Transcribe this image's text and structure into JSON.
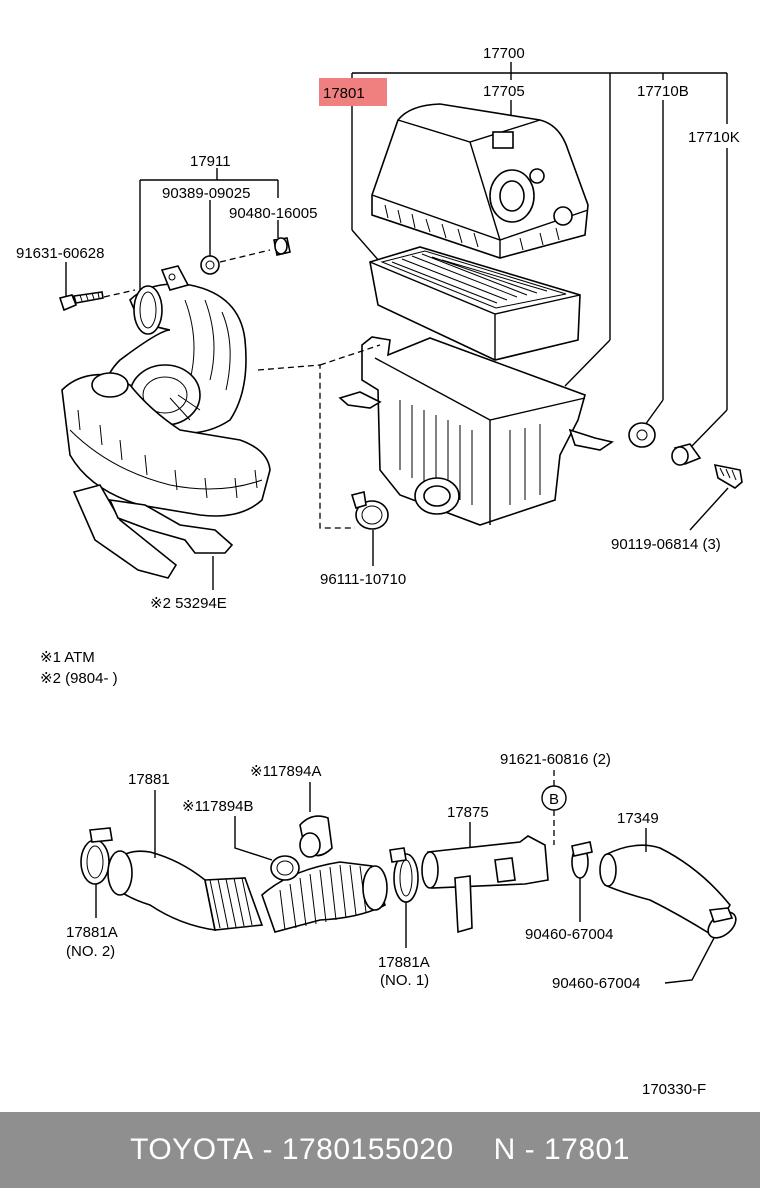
{
  "labels": {
    "p17700": "17700",
    "p17801": "17801",
    "p17705": "17705",
    "p17710B": "17710B",
    "p17710K": "17710K",
    "p17911": "17911",
    "p90389": "90389-09025",
    "p90480": "90480-16005",
    "p91631": "91631-60628",
    "p96111": "96111-10710",
    "p53294E": "※2  53294E",
    "p90119": "90119-06814 (3)",
    "note1": "※1 ATM",
    "note2": "※2 (9804-        )",
    "p17881": "17881",
    "p117894A": "※117894A",
    "p117894B": "※117894B",
    "p91621": "91621-60816 (2)",
    "calloutB": "B",
    "p17875": "17875",
    "p17349": "17349",
    "p17881A_1": "17881A",
    "p17881A_1_sub": "(NO. 2)",
    "p17881A_2": "17881A",
    "p17881A_2_sub": "(NO. 1)",
    "p90460a": "90460-67004",
    "p90460b": "90460-67004",
    "diagramNo": "170330-F"
  },
  "highlight_color": "#f08080",
  "footer": {
    "brand": "TOYOTA",
    "sep1": " - ",
    "part_number": "1780155020",
    "code_prefix": "N - ",
    "code": "17801"
  }
}
